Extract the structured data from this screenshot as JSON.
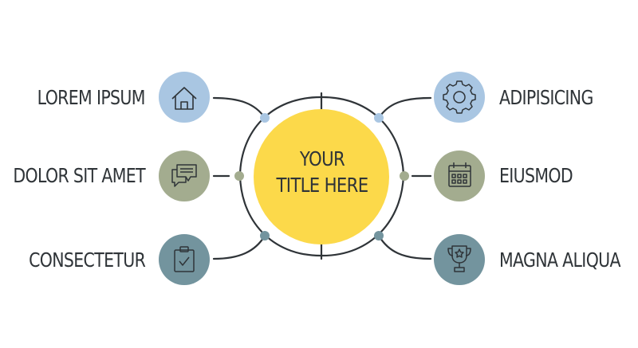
{
  "title": {
    "line1": "YOUR",
    "line2": "TITLE HERE"
  },
  "items_left": [
    {
      "label": "LOREM IPSUM",
      "icon": "home-icon",
      "color": "#a9c6e2"
    },
    {
      "label": "DOLOR SIT AMET",
      "icon": "chat-icon",
      "color": "#a3ac8f"
    },
    {
      "label": "CONSECTETUR",
      "icon": "clipboard-check-icon",
      "color": "#73949e"
    }
  ],
  "items_right": [
    {
      "label": "ADIPISICING",
      "icon": "gear-icon",
      "color": "#a9c6e2"
    },
    {
      "label": "EIUSMOD",
      "icon": "calendar-icon",
      "color": "#a3ac8f"
    },
    {
      "label": "MAGNA ALIQUA",
      "icon": "trophy-icon",
      "color": "#73949e"
    }
  ],
  "colors": {
    "center": "#fcd94a",
    "line": "#2f3438",
    "dot_blue": "#a9c6e2",
    "dot_green": "#a3ac8f",
    "dot_teal": "#73949e"
  }
}
